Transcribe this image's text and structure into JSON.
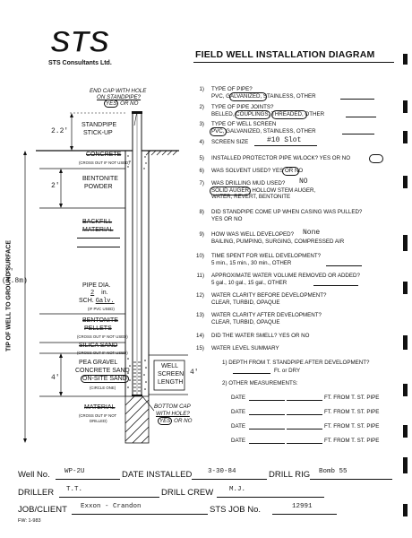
{
  "header": {
    "logo_text": "STS",
    "company": "STS Consultants Ltd.",
    "title": "FIELD WELL INSTALLATION DIAGRAM"
  },
  "diagram": {
    "end_cap_label": [
      "END CAP WITH HOLE",
      "ON STANDPIPE?"
    ],
    "end_cap_yes": "YES",
    "end_cap_no": "OR NO",
    "dim_2_2": "2.2'",
    "standpipe_stickup": [
      "STANDPIPE",
      "STICK-UP"
    ],
    "concrete": "CONCRETE",
    "cross_out_1": "(CROSS OUT IF NOT USED)",
    "dim_2": "2'",
    "bentonite_powder": [
      "BENTONITE",
      "POWDER"
    ],
    "backfill": [
      "BACKFILL",
      "MATERIAL"
    ],
    "pipe_dia_label": "PIPE DIA.",
    "pipe_dia_value": "2",
    "pipe_dia_unit": "in.",
    "sch_label": "SCH.",
    "sch_value": "Galv.",
    "if_pvc": "(IF PVC USED)",
    "bentonite_pellets": [
      "BENTONITE",
      "PELLETS"
    ],
    "cross_out_2": "(CROSS OUT IF NOT USED)",
    "silica_sand": "SILICA SAND",
    "cross_out_3": "(CROSS OUT IF NOT USED)",
    "pea_gravel": [
      "PEA GRAVEL",
      "CONCRETE SAND"
    ],
    "on_site_sand": "ON-SITE SAND",
    "circle_one": "(CIRCLE ONE)",
    "dim_4": "4'",
    "well_screen": [
      "WELL",
      "SCREEN",
      "LENGTH"
    ],
    "well_screen_dim": "4'",
    "material": "MATERIAL",
    "cross_out_drilled": [
      "(CROSS OUT IF NOT",
      "DRILLED)"
    ],
    "bottom_cap": [
      "BOTTOM CAP",
      "WITH HOLE?"
    ],
    "bottom_cap_yes": "YES",
    "bottom_cap_no": "OR NO",
    "dim_6": "6'",
    "dim_6_m": "(1.8m)",
    "vertical_label": "TIP OF WELL TO GROUND SURFACE"
  },
  "questions": [
    {
      "n": "1)",
      "q": "TYPE OF PIPE?",
      "a": "PVC, GALVANIZED, STAINLESS, OTHER"
    },
    {
      "n": "2)",
      "q": "TYPE OF PIPE JOINTS?",
      "a": "BELLED, COUPLINGS, THREADED, OTHER"
    },
    {
      "n": "3)",
      "q": "TYPE OF WELL SCREEN",
      "a": "PVC, GALVANIZED, STAINLESS, OTHER"
    },
    {
      "n": "4)",
      "q": "SCREEN SIZE",
      "a": "#10 Slot"
    },
    {
      "n": "5)",
      "q": "INSTALLED PROTECTOR PIPE W/LOCK?   YES   OR  NO",
      "a": ""
    },
    {
      "n": "6)",
      "q": "WAS SOLVENT USED?   YES  OR  NO",
      "a": ""
    },
    {
      "n": "7)",
      "q": "WAS DRILLING MUD USED?",
      "q_value": "NO",
      "a": "SOLID AUGER, HOLLOW STEM AUGER,",
      "a2": "WATER, REVERT, BENTONITE"
    },
    {
      "n": "8)",
      "q": "DID STANDPIPE COME UP WHEN CASING WAS PULLED?",
      "a": "YES  OR  NO"
    },
    {
      "n": "9)",
      "q": "HOW WAS WELL DEVELOPED?",
      "q_value": "None",
      "a": "BAILING, PUMPING, SURGING, COMPRESSED AIR"
    },
    {
      "n": "10)",
      "q": "TIME SPENT FOR WELL DEVELOPMENT?",
      "a": "5 min., 15 min., 30 min., OTHER"
    },
    {
      "n": "11)",
      "q": "APPROXIMATE WATER VOLUME REMOVED OR ADDED?",
      "a": "5 gal., 10 gal., 15 gal., OTHER"
    },
    {
      "n": "12)",
      "q": "WATER CLARITY BEFORE DEVELOPMENT?",
      "a": "CLEAR,  TURBID,  OPAQUE"
    },
    {
      "n": "13)",
      "q": "WATER CLARITY AFTER DEVELOPMENT?",
      "a": "CLEAR,  TURBID,  OPAQUE"
    },
    {
      "n": "14)",
      "q": "DID THE WATER SMELL?   YES   OR   NO",
      "a": ""
    },
    {
      "n": "15)",
      "q": "WATER LEVEL SUMMARY",
      "a": ""
    }
  ],
  "summary": {
    "depth_q": "1)  DEPTH FROM T. STANDPIPE AFTER DEVELOPMENT?",
    "depth_unit": "Ft. or DRY",
    "other_q": "2)  OTHER MEASUREMENTS:",
    "date_label": "DATE",
    "from_label": "FT. FROM T. ST. PIPE"
  },
  "footer": {
    "well_no_label": "Well No.",
    "well_no": "WP-2U",
    "date_installed_label": "DATE INSTALLED",
    "date_installed": "3-30-84",
    "drill_rig_label": "DRILL RIG",
    "drill_rig": "Bomb 55",
    "driller_label": "DRILLER",
    "driller": "T.T.",
    "drill_crew_label": "DRILL CREW",
    "drill_crew": "M.J.",
    "job_client_label": "JOB/CLIENT",
    "job_client": "Exxon - Crandon",
    "sts_job_label": "STS JOB No.",
    "sts_job": "12991",
    "form_no": "FW: 1-983"
  }
}
